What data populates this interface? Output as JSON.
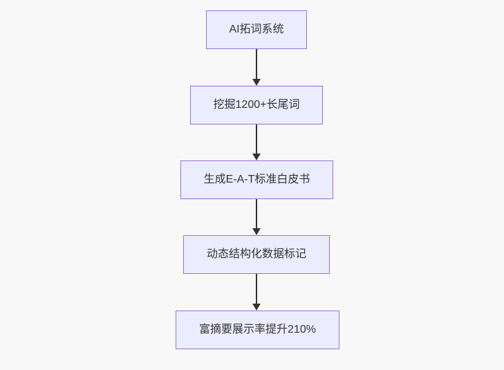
{
  "diagram": {
    "type": "flowchart",
    "direction": "top-down",
    "background_color": "#f8f8f8",
    "node_fill_color": "#ECECFF",
    "node_border_color": "#9370DB",
    "text_color": "#333333",
    "arrow_color": "#333333",
    "nodes": [
      {
        "label": "AI拓词系统"
      },
      {
        "label": "挖掘1200+长尾词"
      },
      {
        "label": "生成E-A-T标准白皮书"
      },
      {
        "label": "动态结构化数据标记"
      },
      {
        "label": "富摘要展示率提升210%"
      }
    ],
    "edges": [
      {
        "from": 0,
        "to": 1
      },
      {
        "from": 1,
        "to": 2
      },
      {
        "from": 2,
        "to": 3
      },
      {
        "from": 3,
        "to": 4
      }
    ]
  }
}
